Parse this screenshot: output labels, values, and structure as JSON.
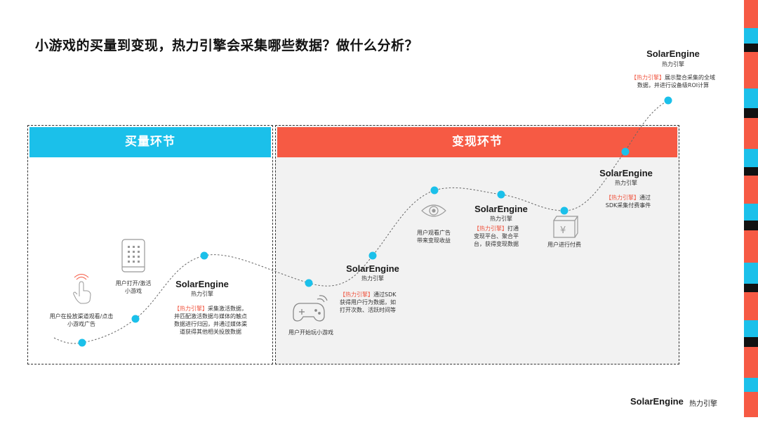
{
  "title": "小游戏的买量到变现，热力引擎会采集哪些数据？做什么分析？",
  "colors": {
    "buy": "#1bc0ea",
    "monetize": "#f65a44",
    "highlight": "#f0533d",
    "dot": "#1bc0ea"
  },
  "sections": {
    "buy": {
      "label": "买量环节"
    },
    "monetize": {
      "label": "变现环节"
    }
  },
  "brand": {
    "name": "SolarEngine",
    "sub": "热力引擎",
    "tag": "【热力引擎】"
  },
  "steps": {
    "ad_click": {
      "caption_line1": "用户在投放渠道观看/点击",
      "caption_line2": "小游戏广告",
      "icon": "touch-hand-icon"
    },
    "open_activate": {
      "caption_line1": "用户打开/激活",
      "caption_line2": "小游戏",
      "icon": "phone-icon"
    },
    "start_play": {
      "caption": "用户开始玩小游戏",
      "icon": "gamepad-icon"
    },
    "watch_ad": {
      "caption_line1": "用户观看广告",
      "caption_line2": "带来变现收益",
      "icon": "eye-icon"
    },
    "pay": {
      "caption": "用户进行付费",
      "icon": "yen-box-icon"
    }
  },
  "notes": {
    "activation": {
      "line1_rest": "采集激活数据，",
      "line2": "并匹配激活数据与媒体的触点",
      "line3": "数据进行归因，并通过媒体渠",
      "line4": "道获得其他相关投放数据"
    },
    "sdk_behavior": {
      "line1_rest": "通过SDK",
      "line2": "获得用户行为数据，如",
      "line3": "打开次数、活跃时间等"
    },
    "monetization": {
      "line1_rest": "打通",
      "line2": "变现平台、聚合平",
      "line3": "台，获得变现数据"
    },
    "payment": {
      "line1_rest": "通过",
      "line2": "SDK采集付费事件"
    },
    "roi": {
      "line1_rest": "展示整合采集的全域",
      "line2": "数据，并进行设备级ROI计算"
    }
  },
  "footer": {
    "brand": "SolarEngine",
    "sub": "热力引擎"
  }
}
